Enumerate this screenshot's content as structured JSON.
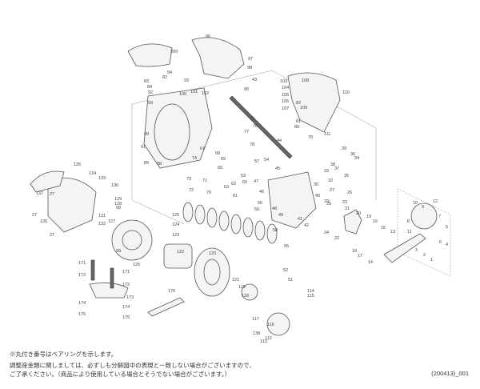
{
  "diagram": {
    "part_labels": [
      "200",
      "96",
      "97",
      "98",
      "94",
      "82",
      "93",
      "100",
      "101",
      "102",
      "103",
      "104",
      "105",
      "106",
      "107",
      "108",
      "110",
      "109",
      "111",
      "43",
      "95",
      "83",
      "84",
      "92",
      "93",
      "91",
      "90",
      "89",
      "88",
      "79",
      "80",
      "81",
      "82",
      "75",
      "76",
      "77",
      "78",
      "74",
      "73",
      "72",
      "71",
      "70",
      "69",
      "68",
      "67",
      "65",
      "63",
      "62",
      "61",
      "60",
      "57",
      "53",
      "54",
      "45",
      "44",
      "47",
      "46",
      "49",
      "48",
      "50",
      "52",
      "51",
      "55",
      "56",
      "58",
      "42",
      "41",
      "40",
      "39",
      "36",
      "34",
      "37",
      "38",
      "35",
      "33",
      "32",
      "29",
      "30",
      "27",
      "26",
      "25",
      "24",
      "23",
      "22",
      "21",
      "20",
      "19",
      "18",
      "17",
      "16",
      "15",
      "14",
      "13",
      "12",
      "11",
      "10",
      "9",
      "8",
      "7",
      "6",
      "5",
      "4",
      "3",
      "2",
      "1",
      "137",
      "135",
      "134",
      "133",
      "130",
      "131",
      "132",
      "136",
      "27",
      "27",
      "27",
      "129",
      "128",
      "99",
      "127",
      "99",
      "126",
      "125",
      "124",
      "123",
      "122",
      "121",
      "120",
      "119",
      "118",
      "117",
      "116",
      "115",
      "114",
      "113",
      "112",
      "138",
      "171",
      "172",
      "171",
      "172",
      "173",
      "174",
      "174",
      "175",
      "175",
      "176"
    ]
  },
  "notes": {
    "bearing_note": "※丸付き番号はベアリングを示します。",
    "washer_note_1": "調整座金類に関しましては、必ずしも分解図中の表現と一致しない場合がございますので、",
    "washer_note_2": "ご了承ください。（商品により使用している場合とそうでない場合がございます。）",
    "diagram_code": "(200413)_001"
  }
}
